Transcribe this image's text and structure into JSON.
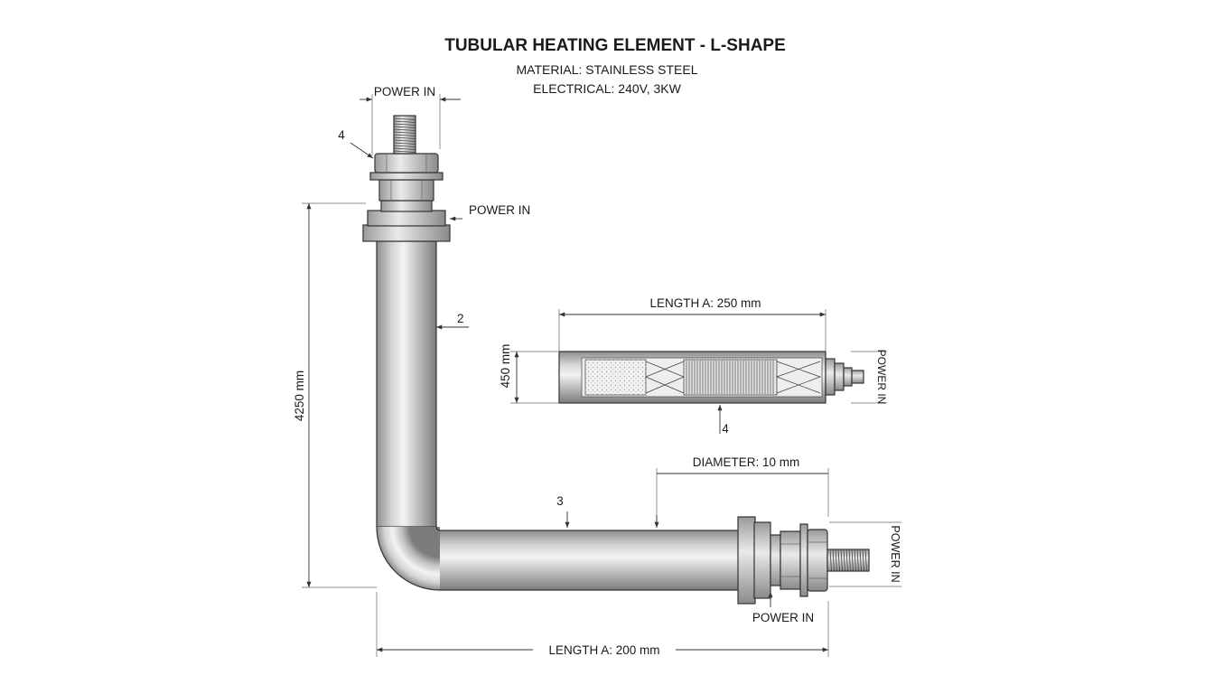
{
  "title": "TUBULAR HEATING ELEMENT - L-SHAPE",
  "material": "MATERIAL: STAINLESS STEEL",
  "electrical": "ELECTRICAL: 240V, 3KW",
  "labels": {
    "power_in_top": "POWER IN",
    "power_in_upper_right": "POWER IN",
    "power_in_section": "POWER IN",
    "power_in_right": "POWER IN",
    "power_in_bottom": "POWER IN"
  },
  "callouts": {
    "c_top": "4",
    "c_tube": "2",
    "c_bend": "3",
    "c_section": "4"
  },
  "dimensions": {
    "vertical_height": "4250 mm",
    "section_length": "LENGTH A: 250 mm",
    "section_height": "450 mm",
    "diameter": "DIAMETER: 10 mm",
    "bottom_length": "LENGTH A: 200 mm"
  },
  "colors": {
    "steel_light": "#eeeeee",
    "steel_dark": "#8a8a8a",
    "line": "#333333"
  }
}
